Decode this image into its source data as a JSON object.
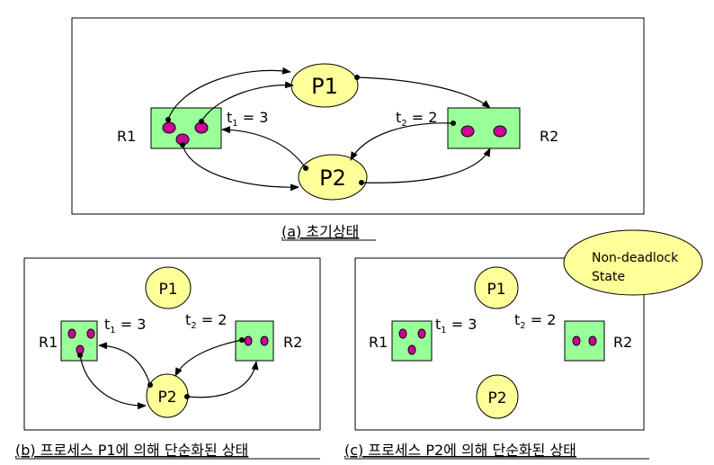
{
  "panel_a": {
    "caption": "(a) 초기상태",
    "process_p1": "P1",
    "process_p2": "P2",
    "resource_r1": "R1",
    "resource_r2": "R2",
    "t1_label": "t",
    "t1_sub": "1",
    "t1_value": " = 3",
    "t2_label": "t",
    "t2_sub": "2",
    "t2_value": " = 2"
  },
  "panel_b": {
    "caption": "(b) 프로세스 P1에 의해 단순화된 상태",
    "process_p1": "P1",
    "process_p2": "P2",
    "resource_r1": "R1",
    "resource_r2": "R2",
    "t1_label": "t",
    "t1_sub": "1",
    "t1_value": " = 3",
    "t2_label": "t",
    "t2_sub": "2",
    "t2_value": " = 2"
  },
  "panel_c": {
    "caption": "(c) 프로세스 P2에 의해 단순화된 상태",
    "process_p1": "P1",
    "process_p2": "P2",
    "resource_r1": "R1",
    "resource_r2": "R2",
    "t1_label": "t",
    "t1_sub": "1",
    "t1_value": " = 3",
    "t2_label": "t",
    "t2_sub": "2",
    "t2_value": " = 2",
    "state_line1": "Non-deadlock",
    "state_line2": "State"
  },
  "colors": {
    "process_fill": "#ffff99",
    "resource_fill": "#99ff99",
    "token_fill": "#cc0099",
    "frame_stroke": "#000000"
  }
}
